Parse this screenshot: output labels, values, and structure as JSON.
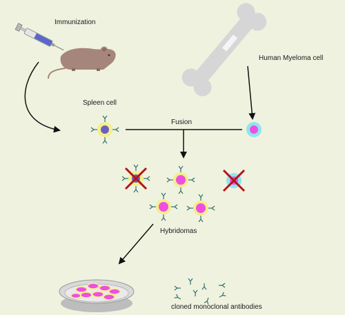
{
  "labels": {
    "immunization": "Immunization",
    "myeloma": "Human Myeloma cell",
    "spleen": "Spleen cell",
    "fusion": "Fusion",
    "hybridomas": "Hybridomas",
    "cloned": "cloned monoclonal antibodies"
  },
  "colors": {
    "background": "#eef2df",
    "mouse": "#a6857a",
    "bone": "#d6d6d6",
    "spleen_membrane": "#f4ee8c",
    "spleen_nucleus": "#6a5fc1",
    "myeloma_membrane": "#8fe5ee",
    "nucleus_pink": "#ef4fe0",
    "antibody": "#2f6f6d",
    "reject_cross": "#b4131a"
  }
}
